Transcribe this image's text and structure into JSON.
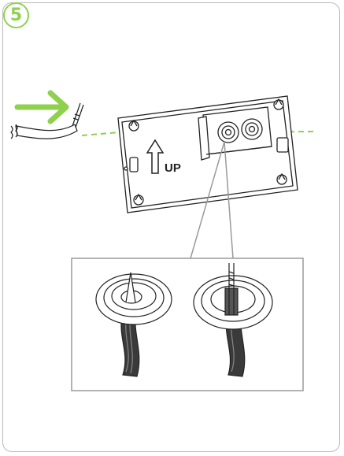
{
  "step": {
    "number": "5"
  },
  "plate": {
    "up_label": "UP"
  },
  "colors": {
    "accent": "#8fd14f",
    "line": "#222222",
    "frame": "#b9b9b9"
  },
  "icons": [
    "step-badge",
    "arrow-right-icon",
    "arrow-up-icon",
    "cable",
    "grommet"
  ]
}
